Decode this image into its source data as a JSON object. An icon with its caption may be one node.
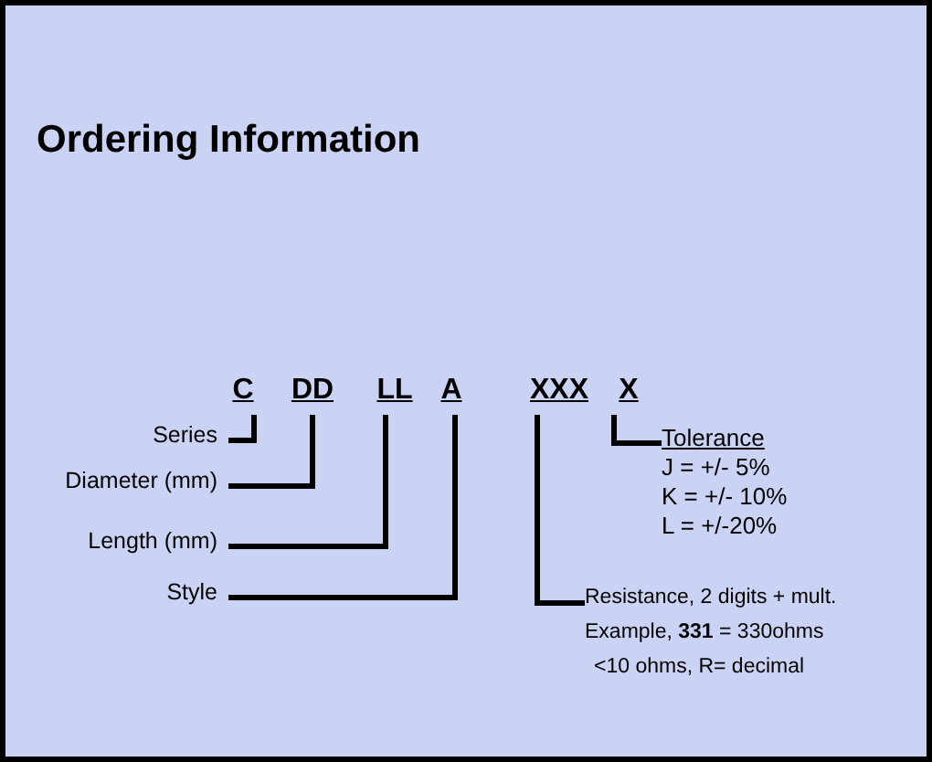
{
  "diagram": {
    "title": "Ordering Information",
    "nodes": [
      {
        "text": [
          "C"
        ]
      },
      {
        "text": [
          "DD"
        ]
      },
      {
        "text": [
          "LL"
        ]
      },
      {
        "text": [
          "A"
        ]
      },
      {
        "text": [
          "XXX"
        ]
      },
      {
        "text": [
          "X"
        ]
      },
      {
        "text": [
          "Series"
        ]
      },
      {
        "text": [
          "Diameter (mm)"
        ]
      },
      {
        "text": [
          "Length (mm)"
        ]
      },
      {
        "text": [
          "Style"
        ]
      },
      {
        "text": [
          "Resistance, 2 digits + mult.",
          "Example, **331** = 330ohms",
          "<10 ohms, R= decimal"
        ]
      },
      {
        "text": [
          "Tolerance",
          "J = +/- 5%",
          "K = +/- 10%",
          "L = +/-20%"
        ]
      }
    ],
    "edges": [
      {
        "from": 6,
        "to": 0,
        "arrow": "none"
      },
      {
        "from": 7,
        "to": 1,
        "arrow": "none"
      },
      {
        "from": 8,
        "to": 2,
        "arrow": "none"
      },
      {
        "from": 9,
        "to": 3,
        "arrow": "none"
      },
      {
        "from": 10,
        "to": 4,
        "arrow": "none"
      },
      {
        "from": 11,
        "to": 5,
        "arrow": "none"
      }
    ]
  }
}
